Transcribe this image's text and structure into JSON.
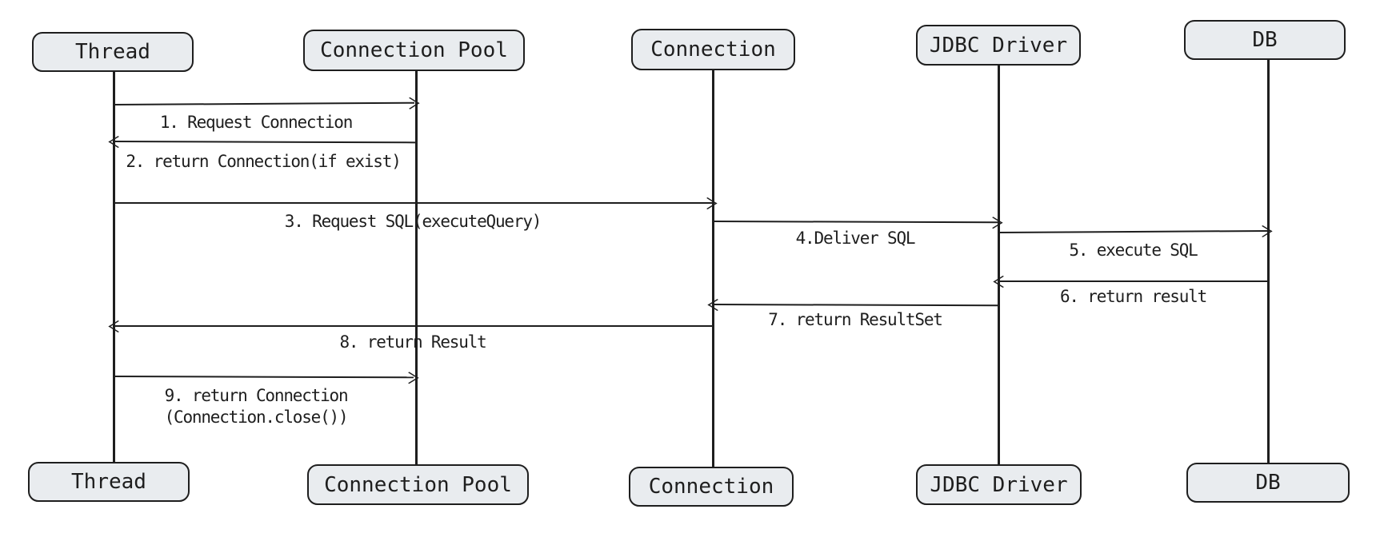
{
  "participants": [
    {
      "name": "Thread"
    },
    {
      "name": "Connection Pool"
    },
    {
      "name": "Connection"
    },
    {
      "name": "JDBC Driver"
    },
    {
      "name": "DB"
    }
  ],
  "messages": [
    {
      "num": 1,
      "label": "1. Request Connection",
      "from": "Thread",
      "to": "Connection Pool",
      "direction": "right"
    },
    {
      "num": 2,
      "label": "2. return Connection(if exist)",
      "from": "Connection Pool",
      "to": "Thread",
      "direction": "left"
    },
    {
      "num": 3,
      "label": "3. Request SQL(executeQuery)",
      "from": "Thread",
      "to": "Connection",
      "direction": "right"
    },
    {
      "num": 4,
      "label": "4.Deliver SQL",
      "from": "Connection",
      "to": "JDBC Driver",
      "direction": "right"
    },
    {
      "num": 5,
      "label": "5. execute SQL",
      "from": "JDBC Driver",
      "to": "DB",
      "direction": "right"
    },
    {
      "num": 6,
      "label": "6. return result",
      "from": "DB",
      "to": "JDBC Driver",
      "direction": "left"
    },
    {
      "num": 7,
      "label": "7. return ResultSet",
      "from": "JDBC Driver",
      "to": "Connection",
      "direction": "left"
    },
    {
      "num": 8,
      "label": "8. return Result",
      "from": "Connection",
      "to": "Thread",
      "direction": "left"
    },
    {
      "num": 9,
      "label": "9. return Connection",
      "label2": "(Connection.close())",
      "from": "Thread",
      "to": "Connection Pool",
      "direction": "right"
    }
  ],
  "colors": {
    "box_fill": "#e9ecef",
    "stroke": "#1e1e1e",
    "background": "#ffffff"
  }
}
